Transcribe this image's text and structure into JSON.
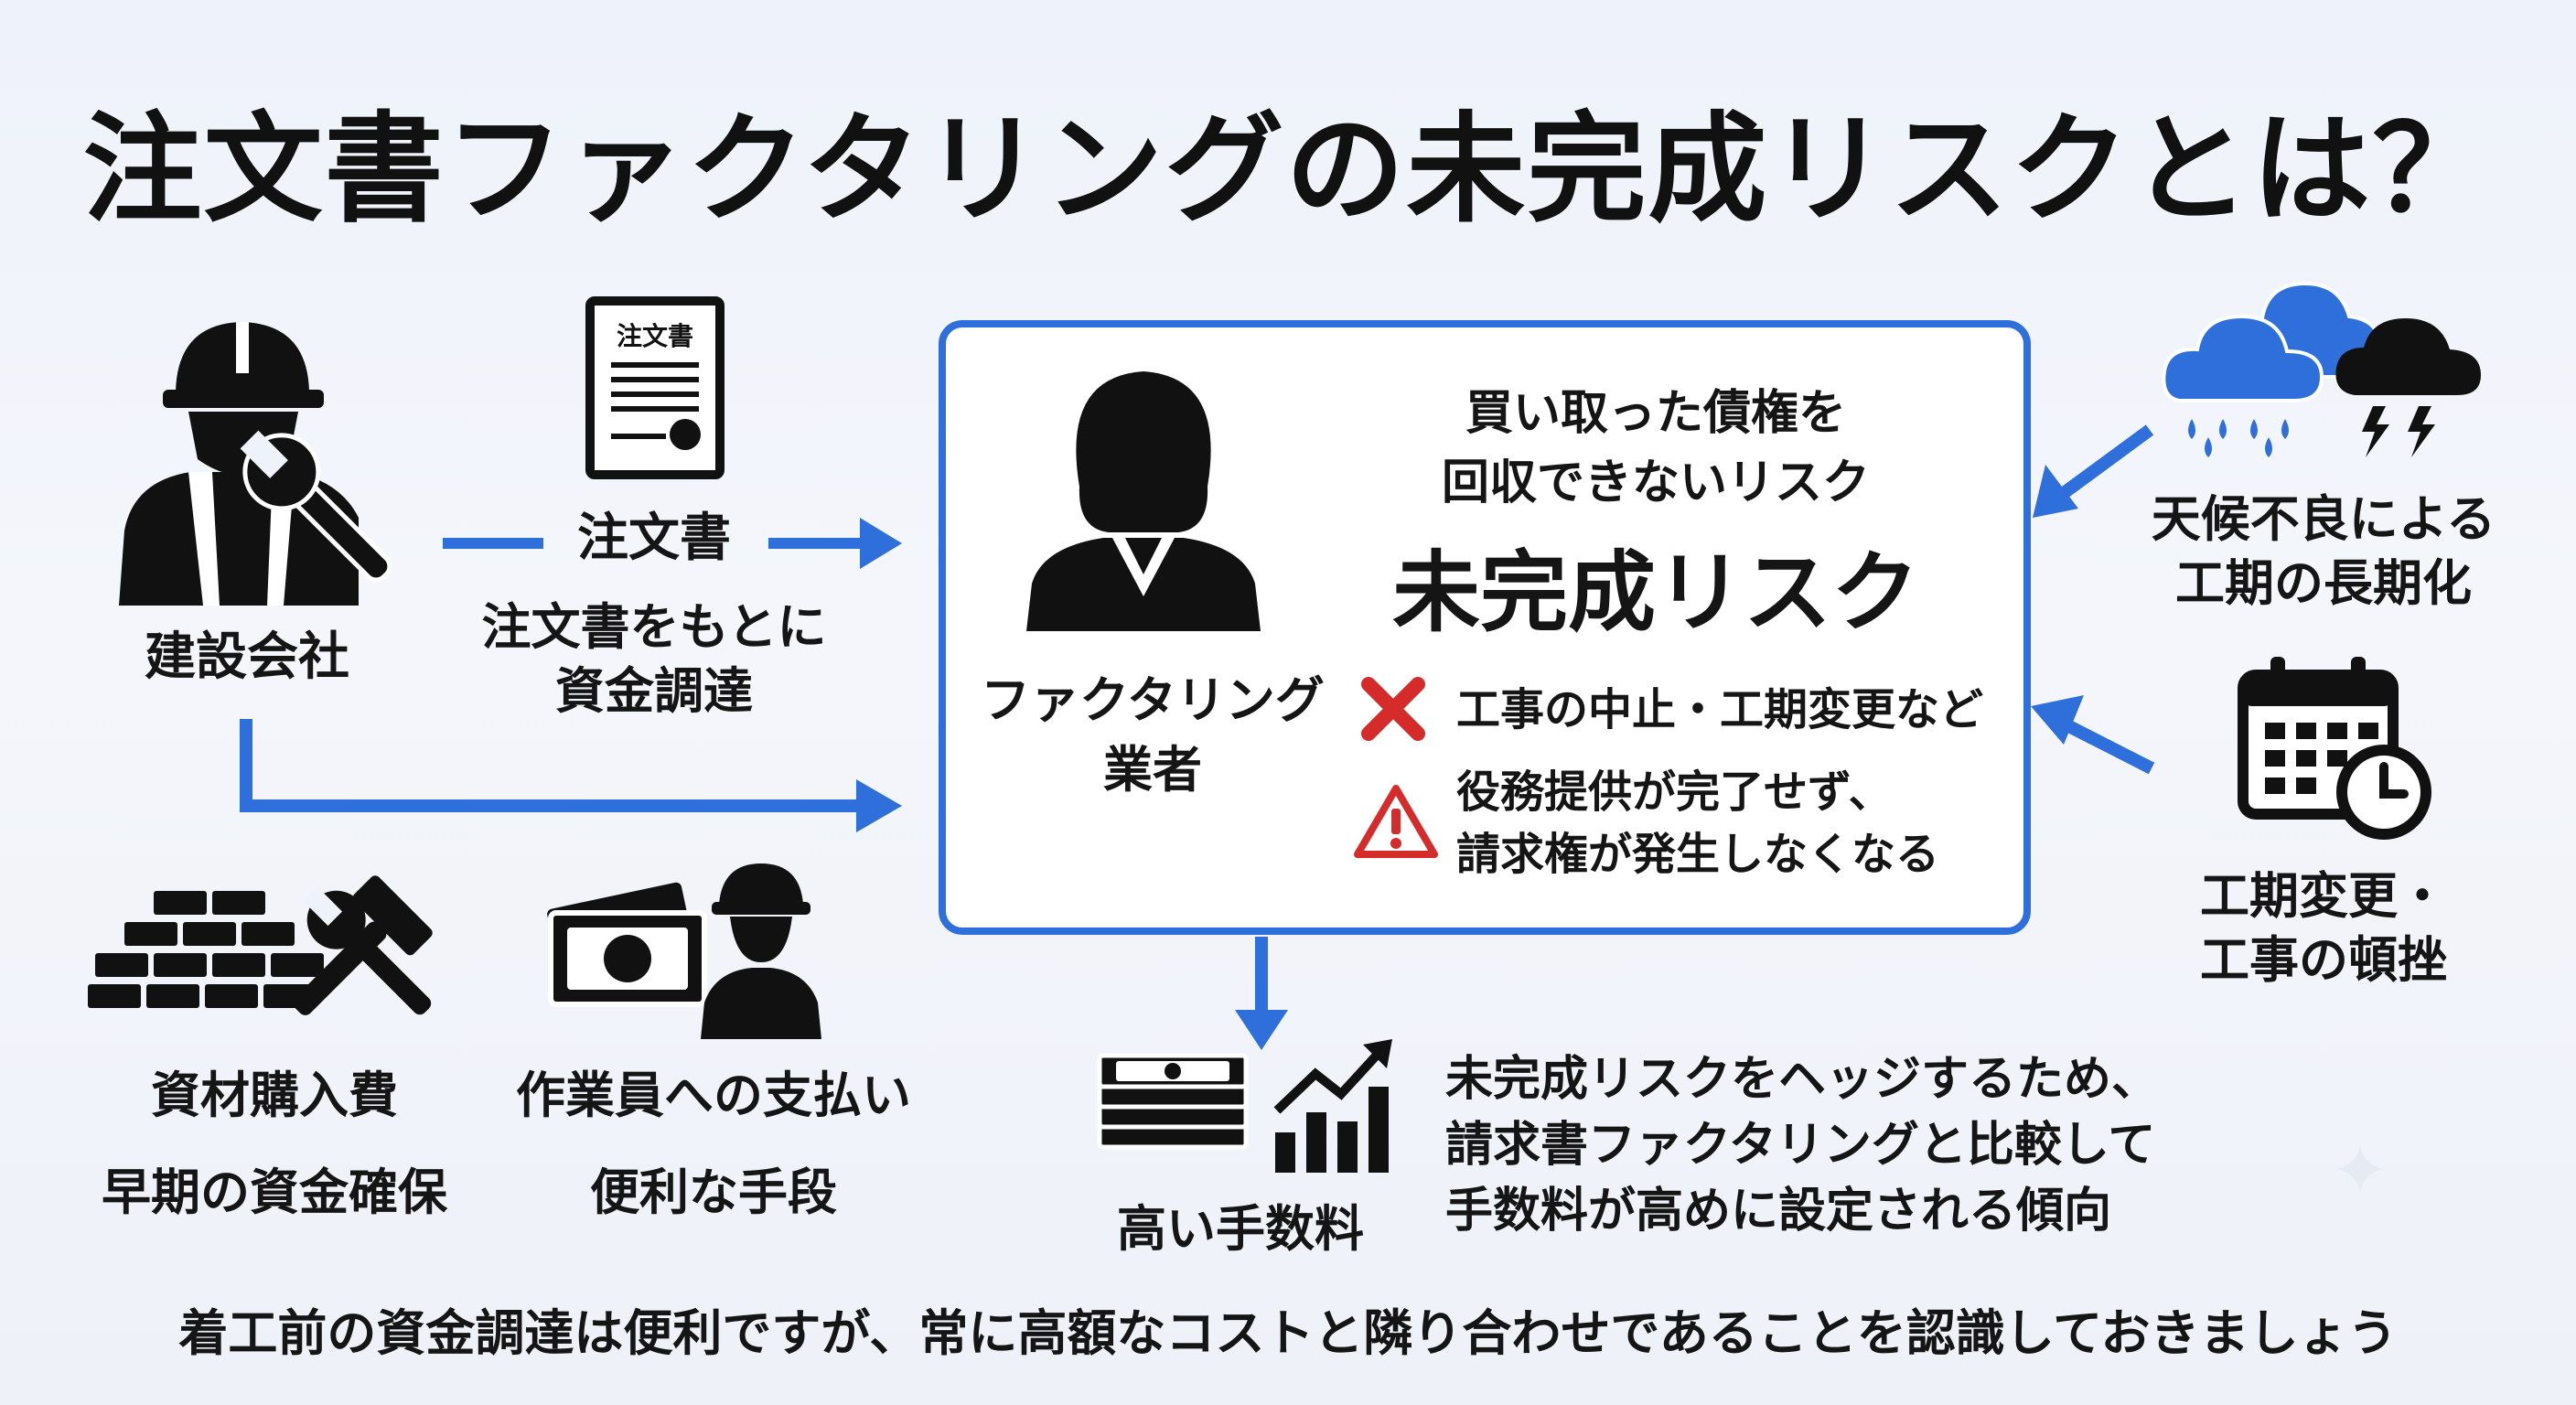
{
  "title": "注文書ファクタリングの未完成リスクとは？",
  "contractor": {
    "label": "建設会社"
  },
  "purchase_order": {
    "doc_title": "注文書",
    "label": "注文書",
    "desc_line1": "注文書をもとに",
    "desc_line2": "資金調達"
  },
  "materials": {
    "line1": "資材購入費",
    "line2": "早期の資金確保"
  },
  "workers": {
    "line1": "作業員への支払い",
    "line2": "便利な手段"
  },
  "panel": {
    "factor_line1": "ファクタリング",
    "factor_line2": "業者",
    "risk_desc_line1": "買い取った債権を",
    "risk_desc_line2": "回収できないリスク",
    "risk_title": "未完成リスク",
    "item1": "工事の中止・工期変更など",
    "item2_line1": "役務提供が完了せず、",
    "item2_line2": "請求権が発生しなくなる"
  },
  "weather": {
    "line1": "天候不良による",
    "line2": "工期の長期化"
  },
  "schedule": {
    "line1": "工期変更・",
    "line2": "工事の頓挫"
  },
  "fee": {
    "label": "高い手数料",
    "desc_line1": "未完成リスクをヘッジするため、",
    "desc_line2": "請求書ファクタリングと比較して",
    "desc_line3": "手数料が高めに設定される傾向"
  },
  "footer": "着工前の資金調達は便利ですが、常に高額なコストと隣り合わせであることを認識しておきましょう",
  "colors": {
    "accent": "#2f6fdb",
    "warning_red": "#d62b2b",
    "text": "#111111",
    "background": "#eef2fa"
  },
  "icons": [
    "worker-wrench-icon",
    "document-icon",
    "businesswoman-icon",
    "cross-icon",
    "warning-icon",
    "rain-cloud-icon",
    "storm-cloud-icon",
    "calendar-clock-icon",
    "bricks-tools-icon",
    "cash-worker-icon",
    "money-stack-icon",
    "rising-chart-icon",
    "sparkle-icon"
  ]
}
